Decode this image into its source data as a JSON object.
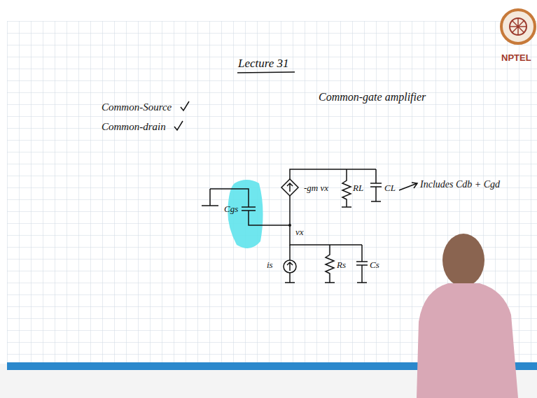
{
  "diagram": {
    "title": "Lecture 31",
    "labels": [
      "Common-Source",
      "Common-drain",
      "Common-gate amplifier",
      "Cgs",
      "-gm vx",
      "RL",
      "CL",
      "Includes Cdb + Cgd",
      "vx",
      "is",
      "Rs",
      "Cs",
      "NPTEL"
    ]
  }
}
